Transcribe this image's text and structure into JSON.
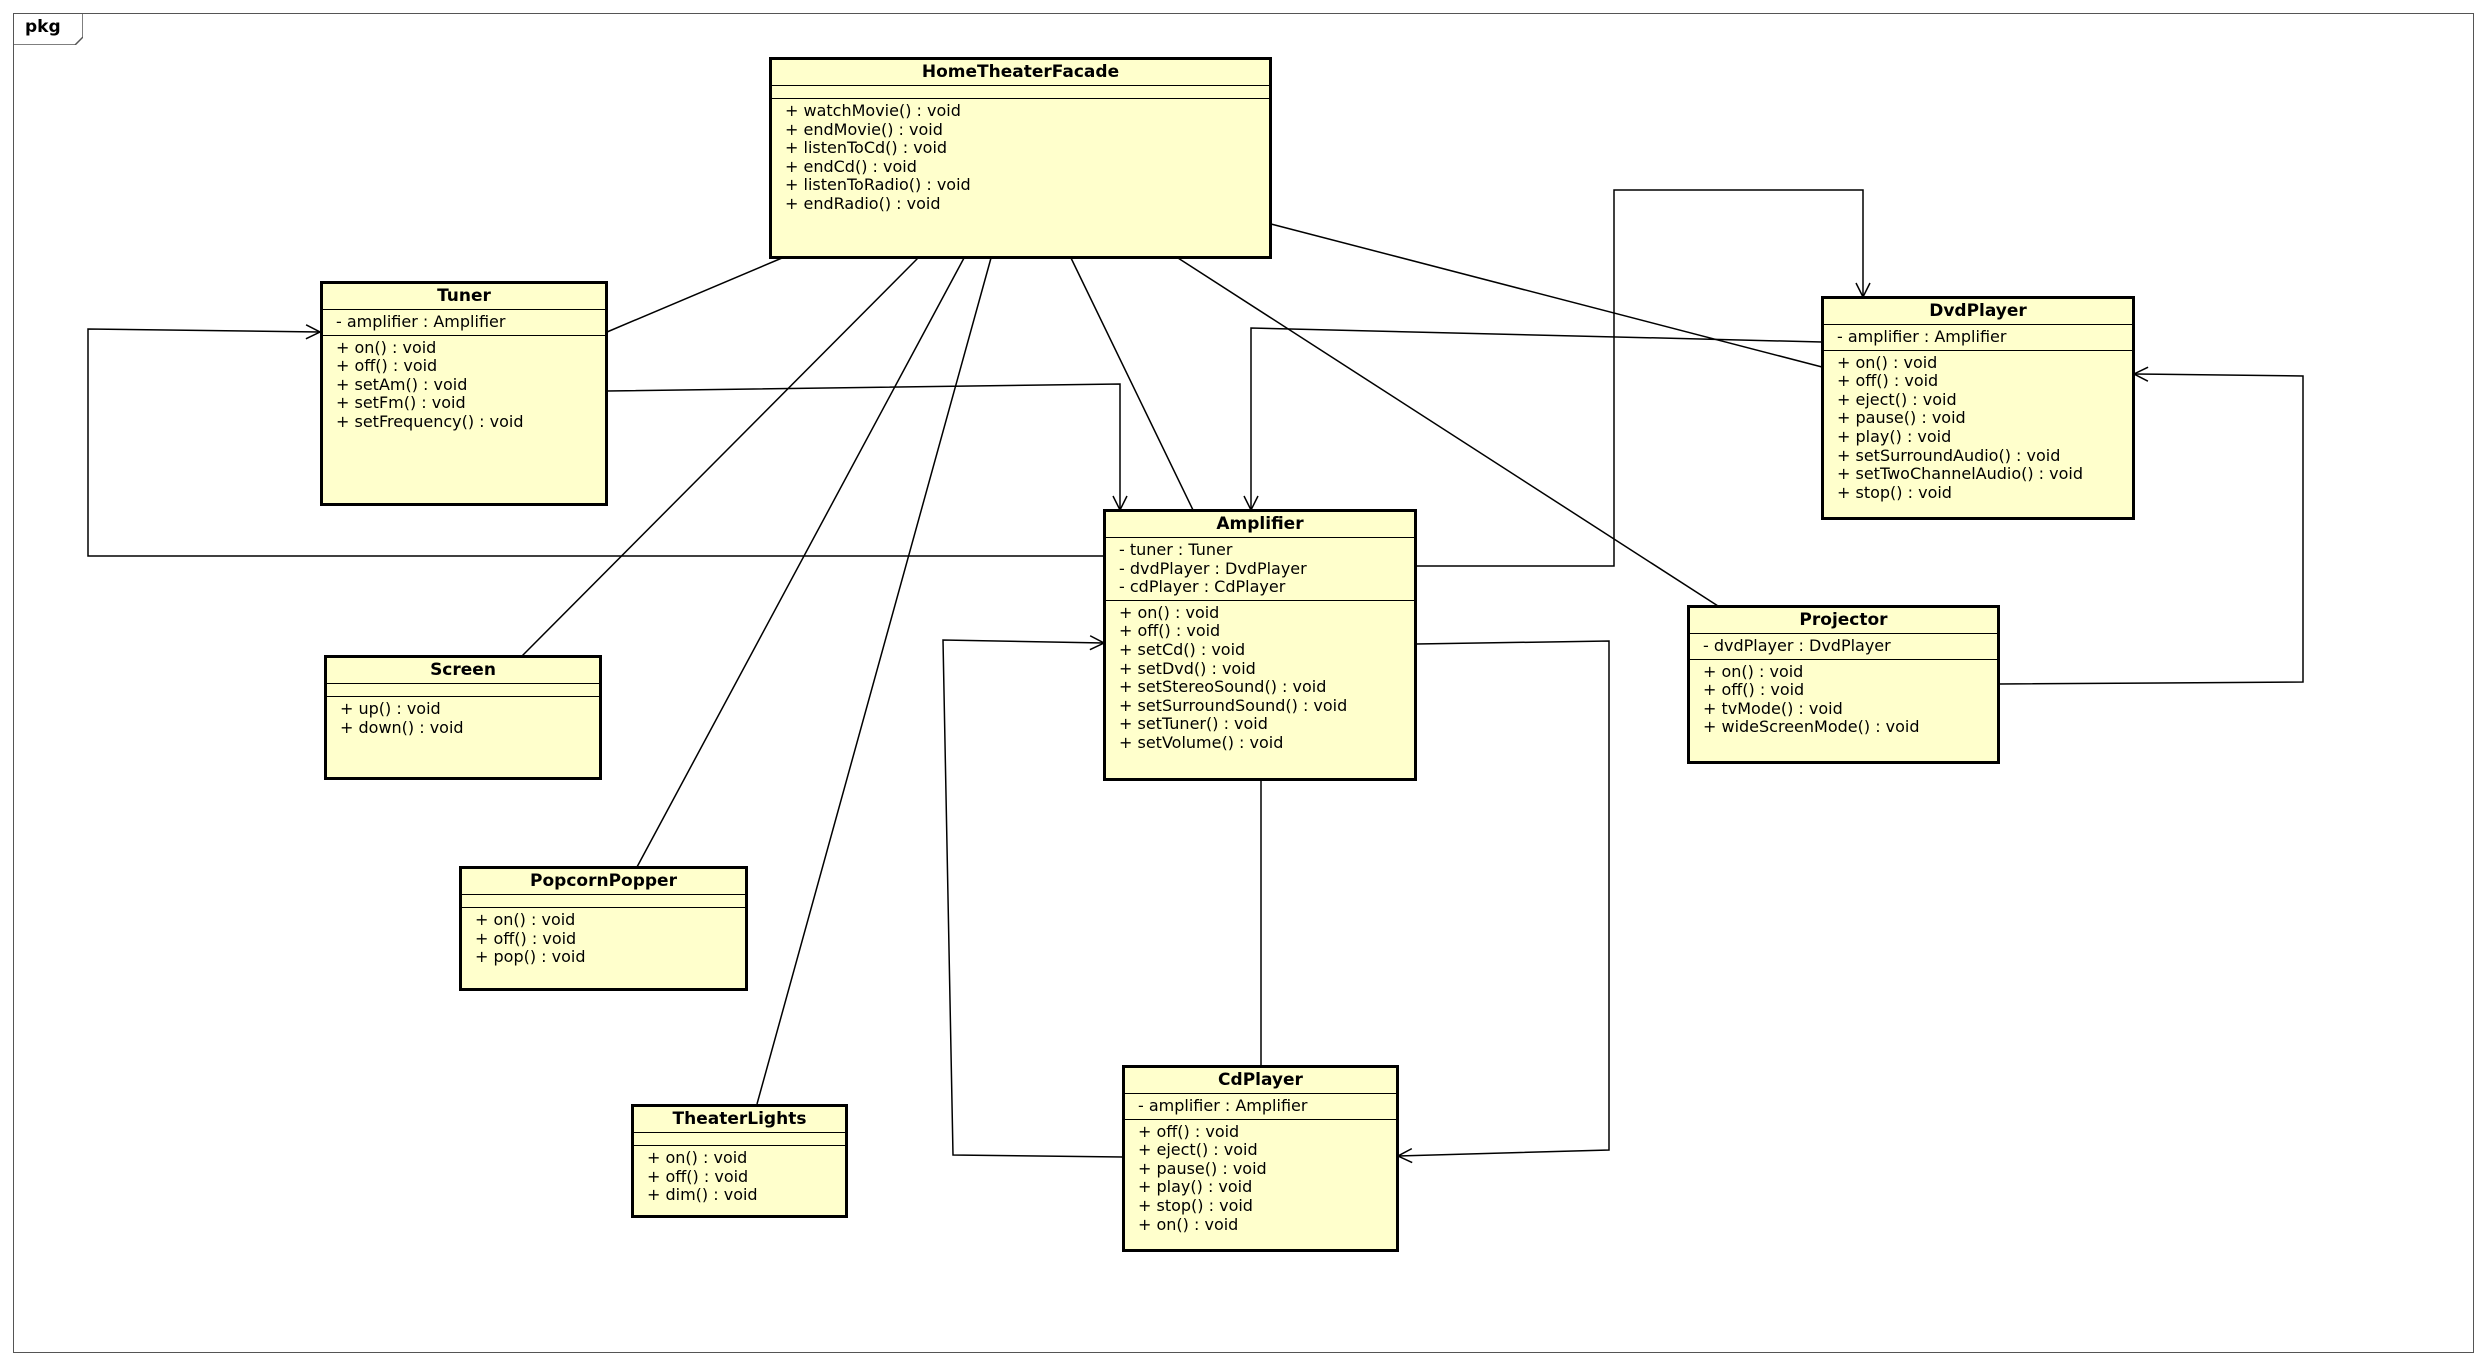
{
  "frame": {
    "label": "pkg"
  },
  "classes": {
    "facade": {
      "name": "HomeTheaterFacade",
      "attributes": [],
      "operations": [
        "+ watchMovie() : void",
        "+ endMovie() : void",
        "+ listenToCd() : void",
        "+ endCd() : void",
        "+ listenToRadio() : void",
        "+ endRadio() : void"
      ]
    },
    "tuner": {
      "name": "Tuner",
      "attributes": [
        "- amplifier : Amplifier"
      ],
      "operations": [
        "+ on() : void",
        "+ off() : void",
        "+ setAm() : void",
        "+ setFm() : void",
        "+ setFrequency() : void"
      ]
    },
    "dvdplayer": {
      "name": "DvdPlayer",
      "attributes": [
        "- amplifier : Amplifier"
      ],
      "operations": [
        "+ on() : void",
        "+ off() : void",
        "+ eject() : void",
        "+ pause() : void",
        "+ play() : void",
        "+ setSurroundAudio() : void",
        "+ setTwoChannelAudio() : void",
        "+ stop() : void"
      ]
    },
    "amplifier": {
      "name": "Amplifier",
      "attributes": [
        "- tuner : Tuner",
        "- dvdPlayer : DvdPlayer",
        "- cdPlayer : CdPlayer"
      ],
      "operations": [
        "+ on() : void",
        "+ off() : void",
        "+ setCd() : void",
        "+ setDvd() : void",
        "+ setStereoSound() : void",
        "+ setSurroundSound() : void",
        "+ setTuner() : void",
        "+ setVolume() : void"
      ]
    },
    "projector": {
      "name": "Projector",
      "attributes": [
        "- dvdPlayer : DvdPlayer"
      ],
      "operations": [
        "+ on() : void",
        "+ off() : void",
        "+ tvMode() : void",
        "+ wideScreenMode() : void"
      ]
    },
    "screen": {
      "name": "Screen",
      "attributes": [],
      "operations": [
        "+ up() : void",
        "+ down() : void"
      ]
    },
    "popcorn": {
      "name": "PopcornPopper",
      "attributes": [],
      "operations": [
        "+ on() : void",
        "+ off() : void",
        "+ pop() : void"
      ]
    },
    "lights": {
      "name": "TheaterLights",
      "attributes": [],
      "operations": [
        "+ on() : void",
        "+ off() : void",
        "+ dim() : void"
      ]
    },
    "cdplayer": {
      "name": "CdPlayer",
      "attributes": [
        "- amplifier : Amplifier"
      ],
      "operations": [
        "+ off() : void",
        "+ eject() : void",
        "+ pause() : void",
        "+ play() : void",
        "+ stop() : void",
        "+ on() : void"
      ]
    }
  }
}
